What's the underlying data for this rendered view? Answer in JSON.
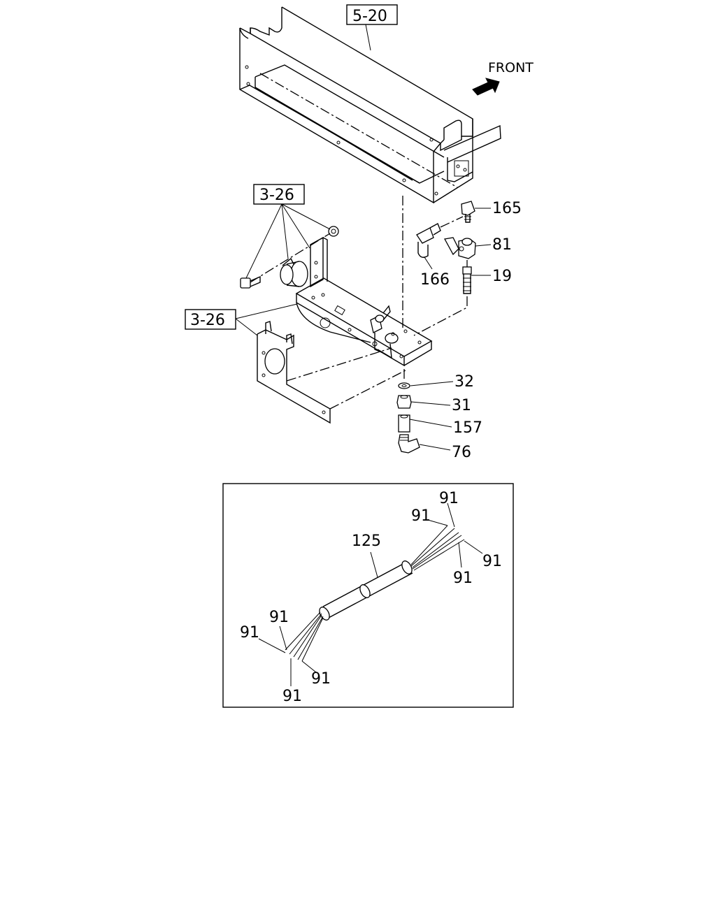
{
  "direction": {
    "label": "FRONT"
  },
  "refs": {
    "box": "5-20",
    "bracket_top": "3-26",
    "bracket_bottom": "3-26"
  },
  "callouts": {
    "c165": "165",
    "c81": "81",
    "c166": "166",
    "c19": "19",
    "c32": "32",
    "c31": "31",
    "c157": "157",
    "c76": "76"
  },
  "inset": {
    "harness": "125",
    "wires": [
      "91",
      "91",
      "91",
      "91",
      "91",
      "91",
      "91",
      "91"
    ]
  },
  "icons": {
    "front_arrow": "front-arrow-icon"
  }
}
